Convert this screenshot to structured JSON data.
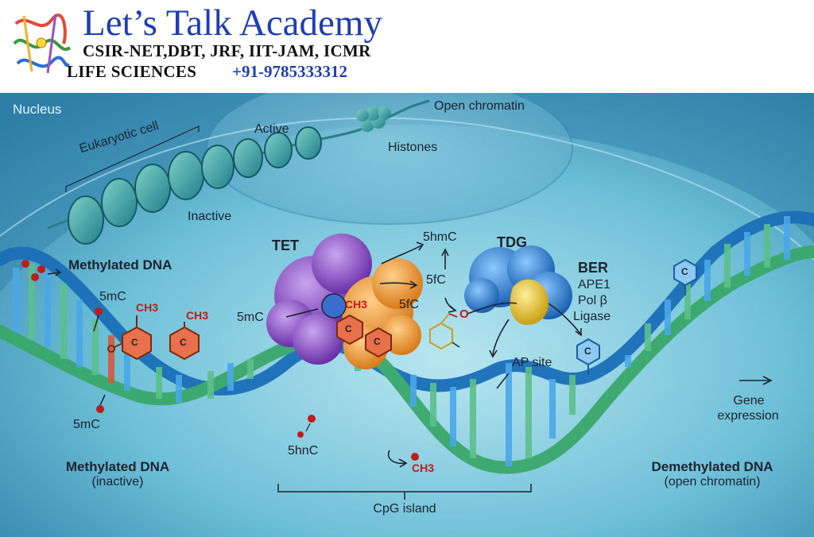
{
  "header": {
    "title": "Let’s Talk Academy",
    "exams": "CSIR-NET,DBT, JRF, IIT-JAM, ICMR",
    "subject": "LIFE SCIENCES",
    "phone": "+91-9785333312",
    "logo_icon": "protein-structure-logo"
  },
  "diagram": {
    "nucleus": "Nucleus",
    "eukaryotic_cell": "Eukaryotic cell",
    "active": "Active",
    "inactive": "Inactive",
    "open_chromatin": "Open chromatin",
    "histones": "Histones",
    "methylated_dna_top": "Methylated DNA",
    "tet": "TET",
    "tdg": "TDG",
    "ber": "BER",
    "ber_steps": [
      "APE1",
      "Pol β",
      "Ligase"
    ],
    "five_hmc_top": "5hmC",
    "five_fc_mid": "5fC",
    "five_fc_enzyme": "5fC",
    "five_mc_left": "5mC",
    "five_mc_enzyme": "5mC",
    "five_mc_bottom": "5mC",
    "five_hnc": "5hnC",
    "ch3": "CH3",
    "ap_site": "AP site",
    "gene": "Gene",
    "expression": "expression",
    "cytosine": "C",
    "methylated_dna_bottom": "Methylated DNA",
    "inactive_paren": "(inactive)",
    "demethylated_dna": "Demethylated DNA",
    "open_chromatin_paren": "(open chromatin)",
    "cpg_island": "CpG island",
    "aldehyde_o": "O"
  },
  "colors": {
    "background": "#5db3cf",
    "strand_blue": "#1b6fb8",
    "strand_green": "#3aa86b",
    "tet_purple": "#8a4fc4",
    "tet_orange": "#f0a23c",
    "tdg_blue": "#2f7fd0",
    "tdg_yellow": "#f0d040",
    "methyl_red": "#c21a1a",
    "title_blue": "#1f3eb3"
  }
}
